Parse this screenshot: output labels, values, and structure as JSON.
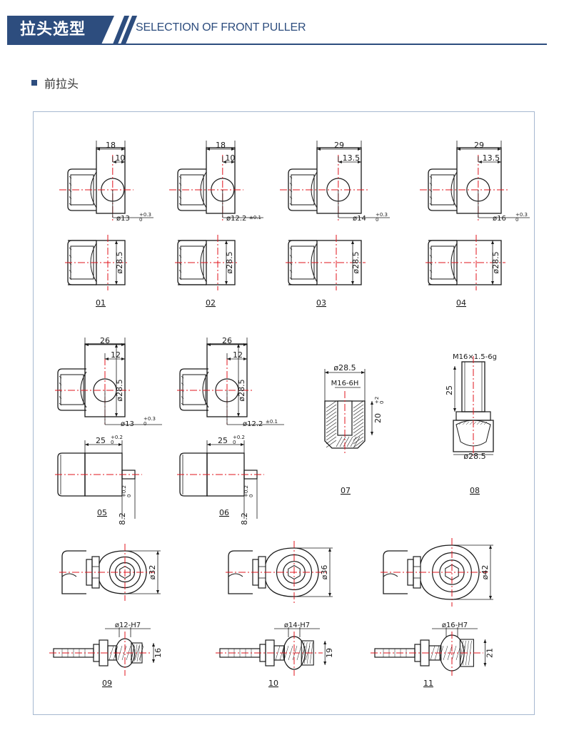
{
  "header": {
    "title_cn": "拉头选型",
    "title_en": "SELECTION OF FRONT PULLER",
    "accent": "#2d4d7e"
  },
  "section": {
    "title": "前拉头"
  },
  "parts": [
    {
      "id": "01",
      "width": "18",
      "offset": "10",
      "hole": "ø13",
      "hole_tol": "+0.3 0",
      "dia": "ø28.5"
    },
    {
      "id": "02",
      "width": "18",
      "offset": "10",
      "hole": "ø12.2",
      "hole_tol": "±0.1",
      "dia": "ø28.5"
    },
    {
      "id": "03",
      "width": "29",
      "offset": "13.5",
      "hole": "ø14",
      "hole_tol": "+0.3 0",
      "dia": "ø28.5"
    },
    {
      "id": "04",
      "width": "29",
      "offset": "13.5",
      "hole": "ø16",
      "hole_tol": "+0.3 0",
      "dia": "ø28.5"
    },
    {
      "id": "05",
      "width": "26",
      "offset": "12",
      "hole": "ø13",
      "hole_tol": "+0.3 0",
      "dia": "ø28.5",
      "depth": "25",
      "depth_tol": "+0.2 0",
      "slot": "8.2",
      "slot_tol": "+0.2 0"
    },
    {
      "id": "06",
      "width": "26",
      "offset": "12",
      "hole": "ø12.2",
      "hole_tol": "±0.1",
      "dia": "ø28.5",
      "depth": "25",
      "depth_tol": "+0.2 0",
      "slot": "8.2",
      "slot_tol": "+0.2 0"
    },
    {
      "id": "07",
      "dia": "ø28.5",
      "thread": "M16-6H",
      "depth": "20",
      "depth_tol": "+2 0"
    },
    {
      "id": "08",
      "thread": "M16×1.5-6g",
      "length": "25",
      "dia": "ø28.5"
    },
    {
      "id": "09",
      "head": "ø32",
      "bore": "ø12-H7",
      "width": "16"
    },
    {
      "id": "10",
      "head": "ø36",
      "bore": "ø14-H7",
      "width": "19"
    },
    {
      "id": "11",
      "head": "ø42",
      "bore": "ø16-H7",
      "width": "21"
    }
  ],
  "colors": {
    "line": "#1a1a1a",
    "center": "#e0141e",
    "hatch": "#333333"
  }
}
